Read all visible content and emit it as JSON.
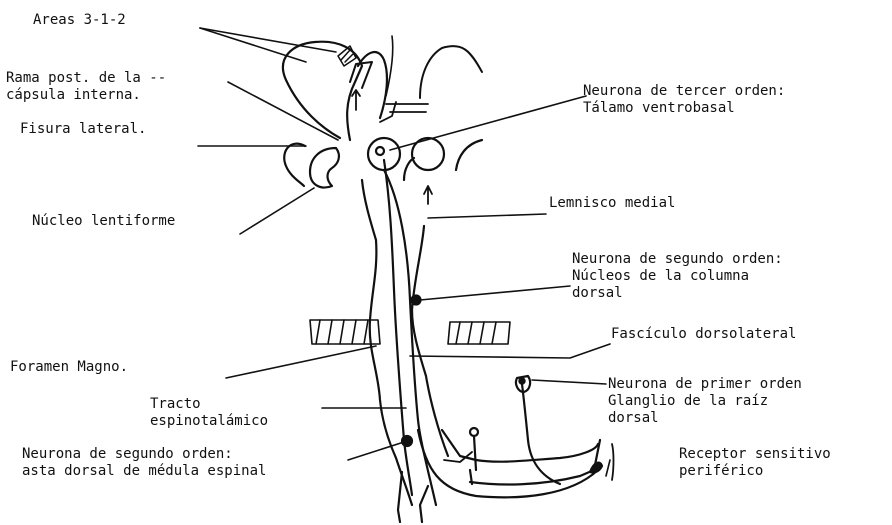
{
  "figure": {
    "labels": {
      "areas": [
        "Areas 3-1-2"
      ],
      "rama_post": [
        "Rama post. de la --",
        "cápsula interna."
      ],
      "fisura_lateral": [
        "Fisura lateral."
      ],
      "nucleo_lentiforme": [
        "Núcleo lentiforme"
      ],
      "foramen_magno": [
        "Foramen Magno."
      ],
      "tracto_espinotalamico": [
        "Tracto",
        "espinotalámico"
      ],
      "neurona_segundo_asta": [
        "Neurona de segundo orden:",
        "asta dorsal de médula espinal"
      ],
      "neurona_tercer_orden": [
        "Neurona de tercer orden:",
        "Tálamo ventrobasal"
      ],
      "lemnisco_medial": [
        "Lemnisco medial"
      ],
      "neurona_segundo_columna": [
        "Neurona de segundo orden:",
        "Núcleos de la columna",
        "dorsal"
      ],
      "fasciculo_dorsolateral": [
        "Fascículo dorsolateral"
      ],
      "neurona_primer_orden": [
        "Neurona de primer orden",
        "Glanglio de la raíz",
        "dorsal"
      ],
      "receptor": [
        "Receptor sensitivo",
        "periférico"
      ]
    }
  }
}
